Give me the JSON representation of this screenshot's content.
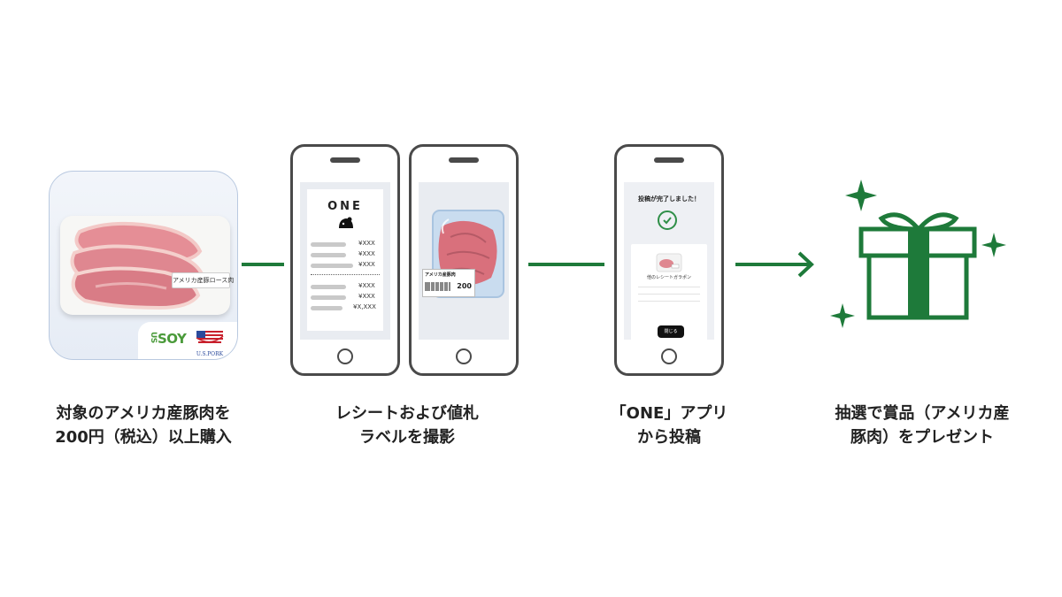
{
  "colors": {
    "accent": "#1e7a3a",
    "phone_frame": "#4a4a4a",
    "check": "#2f8f48"
  },
  "step1": {
    "caption_line1": "対象のアメリカ産豚肉を",
    "caption_line2": "200円（税込）以上購入",
    "pack_label": "アメリカ産豚ロース肉",
    "logo_soy": "SOY",
    "logo_us": "US",
    "logo_pork": "U.S.PORK"
  },
  "step2": {
    "caption_line1": "レシートおよび値札",
    "caption_line2": "ラベルを撮影",
    "receipt_logo": "ONE",
    "receipt_prices": [
      "¥XXX",
      "¥XXX",
      "¥XXX",
      "¥XXX",
      "¥XXX",
      "¥X,XXX"
    ],
    "price_label_title": "アメリカ産豚肉",
    "price_label_value": "200"
  },
  "step3": {
    "caption_line1": "「ONE」アプリ",
    "caption_line2": "から投稿",
    "done_title": "投稿が完了しました！",
    "coupon_text": "他のレシートガラポン",
    "close_label": "閉じる"
  },
  "step4": {
    "caption_line1": "抽選で賞品（アメリカ産",
    "caption_line2": "豚肉）をプレゼント",
    "icons": [
      "gift-icon",
      "sparkle-icon"
    ]
  }
}
